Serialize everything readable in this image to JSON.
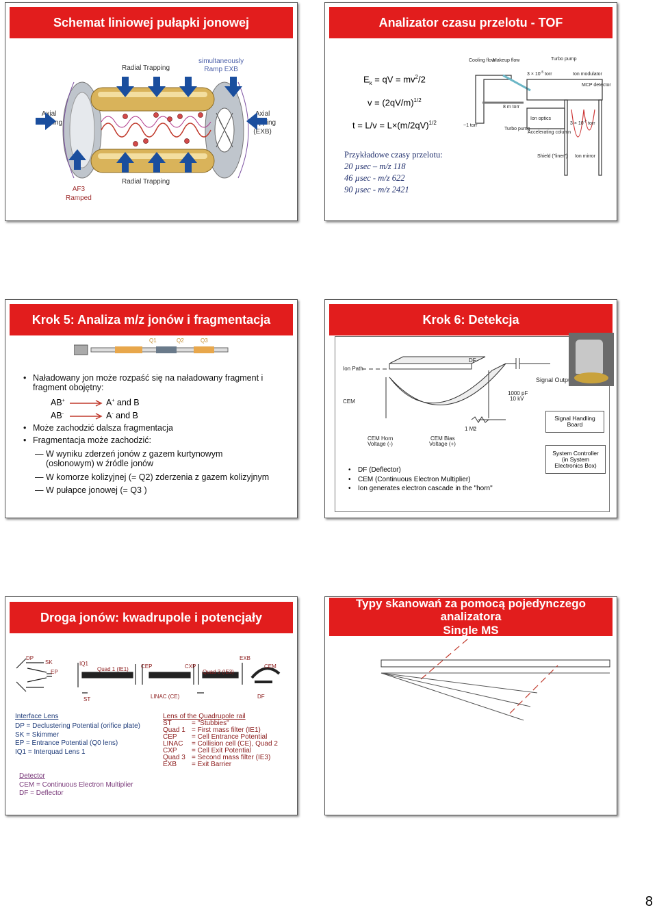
{
  "slide1": {
    "title": "Schemat liniowej pułapki jonowej",
    "radial_top": "Radial  Trapping",
    "simult_line1": "simultaneously",
    "simult_line2": "Ramp EXB",
    "axial_left_l1": "Axial",
    "axial_left_l2": "Trapping",
    "axial_right_l1": "Axial",
    "axial_right_l2": "Trapping",
    "axial_right_l3": "(EXB)",
    "af3_l1": "AF3",
    "af3_l2": "Ramped",
    "radial_bottom": "Radial  Trapping"
  },
  "slide2": {
    "title": "Analizator czasu przelotu - TOF",
    "eq1_a": "E",
    "eq1_sub": "k",
    "eq1_b": " = qV = mv",
    "eq1_sup": "2",
    "eq1_c": "/2",
    "eq2_a": "v = (2qV/m)",
    "eq2_sup": "1/2",
    "eq3_a": "t = L/v = L×(m/2qV)",
    "eq3_sup": "1/2",
    "times_title": "Przykładowe czasy przelotu:",
    "t1": "20 µsec – m/z 118",
    "t2": "46 µsec - m/z 622",
    "t3": "90 µsec - m/z 2421",
    "diagram": {
      "cooling": "Cooling flow",
      "makeup": "Makeup flow",
      "turbo_top": "Turbo pump",
      "ion_mod": "Ion modulator",
      "mcp": "MCP detector",
      "p1": "3 × 10",
      "p1_sup": "-5",
      "p1_unit": " torr",
      "p2": "8 m torr",
      "p3": "~1 torr",
      "turbo_bottom": "Turbo pump",
      "ion_optics": "Ion optics",
      "accel": "Accelerating column",
      "p4": "3 × 10",
      "p4_sup": "-7",
      "p4_unit": " torr",
      "shield": "Shield (\"liner\")",
      "mirror": "Ion mirror"
    }
  },
  "slide3": {
    "title": "Krok 5: Analiza m/z jonów i fragmentacja",
    "q1": "Q1",
    "q2": "Q2",
    "q3": "Q3",
    "b1": "Naładowany jon może rozpaść się na naładowany fragment i",
    "b1b": "fragment obojętny:",
    "ab_plus": "AB",
    "ab_plus_sup": "+",
    "aplus": "A",
    "aplus_sup": "+",
    "and_b1": " and B",
    "ab_minus": "AB",
    "ab_minus_sup": "-",
    "aminus": "A",
    "aminus_sup": "-",
    "and_b2": " and B",
    "b2": "Może zachodzić dalsza fragmentacja",
    "b3": "Fragmentacja może zachodzić:",
    "s1": "W wyniku zderzeń jonów z gazem kurtynowym",
    "s1b": "(osłonowym) w źródle jonów",
    "s2": "W komorze kolizyjnej (= Q2) zderzenia z gazem kolizyjnym",
    "s3": "W pułapce jonowej (= Q3 )"
  },
  "slide4": {
    "title": "Krok 6: Detekcja",
    "ion_path": "Ion Path",
    "df": "DF",
    "cem": "CEM",
    "cap1": "1000 pF",
    "cap2": "10 kV",
    "signal_output": "Signal Output",
    "resistor": "1 Mž",
    "cem_horn1": "CEM Horn",
    "cem_horn2": "Voltage (-)",
    "cem_bias1": "CEM Bias",
    "cem_bias2": "Voltage (+)",
    "sig_board1": "Signal Handling",
    "sig_board2": "Board",
    "sys1": "System Controller",
    "sys2": "(in System",
    "sys3": "Electronics Box)",
    "d1": "DF (Deflector)",
    "d2": "CEM (Continuous Electron Multiplier)",
    "d3": "Ion generates electron cascade in the \"horn\""
  },
  "slide5": {
    "title": "Droga jonów: kwadrupole i potencjały",
    "dp": "DP",
    "sk": "SK",
    "ep": "EP",
    "iq1": "IQ1",
    "quad1": "Quad 1 (IE1)",
    "cep": "CEP",
    "cxp": "CXP",
    "quad3": "Quad 3 (IE3)",
    "exb": "EXB",
    "cem": "CEM",
    "st": "ST",
    "linac": "LINAC (CE)",
    "df": "DF",
    "interface_title": "Interface Lens",
    "i1": "DP  = Declustering Potential (orifice plate)",
    "i2": "SK  = Skimmer",
    "i3": "EP   = Entrance Potential (Q0 lens)",
    "i4": "IQ1 = Interquad Lens 1",
    "lens_title": "Lens of the Quadrupole rail",
    "lens_keys": [
      "ST",
      "Quad 1",
      "CEP",
      "LINAC",
      "CXP",
      "Quad 3",
      "EXB"
    ],
    "lens_vals": [
      "= \"Stubbies\"",
      "= First mass filter (IE1)",
      "= Cell Entrance Potential",
      "= Collision cell (CE), Quad 2",
      "= Cell Exit Potential",
      "= Second mass filter  (IE3)",
      "= Exit Barrier"
    ],
    "detector_title": "Detector",
    "det1": "CEM = Continuous Electron Multiplier",
    "det2": "DF       =  Deflector"
  },
  "slide6": {
    "title_l1": "Typy skanowań za pomocą pojedynczego analizatora",
    "title_l2": "Single MS"
  },
  "page_number": "8",
  "colors": {
    "header_red": "#e21d1d",
    "arrow_blue": "#1a4e9e",
    "legend_blue": "#1f3c7a",
    "legend_red": "#8b1a1a"
  }
}
